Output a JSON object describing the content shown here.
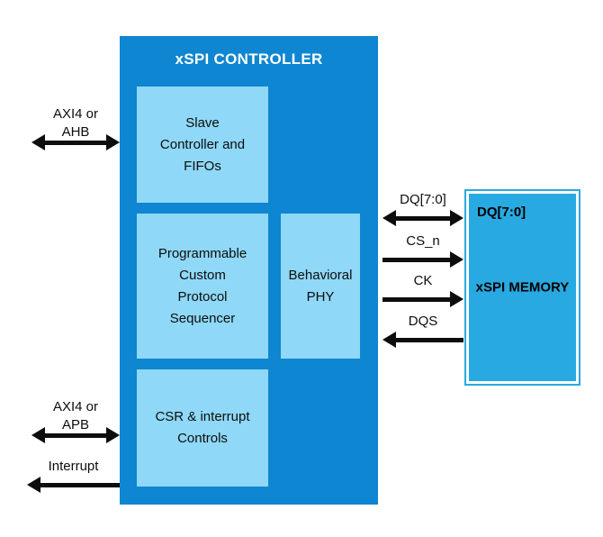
{
  "controller": {
    "title": "xSPI CONTROLLER",
    "blocks": {
      "slave": "Slave\nController and\nFIFOs",
      "sequencer": "Programmable\nCustom\nProtocol\nSequencer",
      "phy": "Behavioral\nPHY",
      "csr": "CSR & interrupt\nControls"
    }
  },
  "memory": {
    "dq": "DQ[7:0]",
    "title": "xSPI MEMORY"
  },
  "signals": {
    "left": [
      {
        "label": "AXI4 or\nAHB",
        "direction": "both"
      },
      {
        "label": "AXI4 or\nAPB",
        "direction": "both"
      },
      {
        "label": "Interrupt",
        "direction": "left"
      }
    ],
    "right": [
      {
        "label": "DQ[7:0]",
        "direction": "both"
      },
      {
        "label": "CS_n",
        "direction": "right"
      },
      {
        "label": "CK",
        "direction": "right"
      },
      {
        "label": "DQS",
        "direction": "left"
      }
    ]
  },
  "colors": {
    "controller_bg": "#0e86d1",
    "block_bg": "#8fd8f7",
    "memory_bg": "#29a9e1",
    "arrow": "#0d0d0d"
  }
}
